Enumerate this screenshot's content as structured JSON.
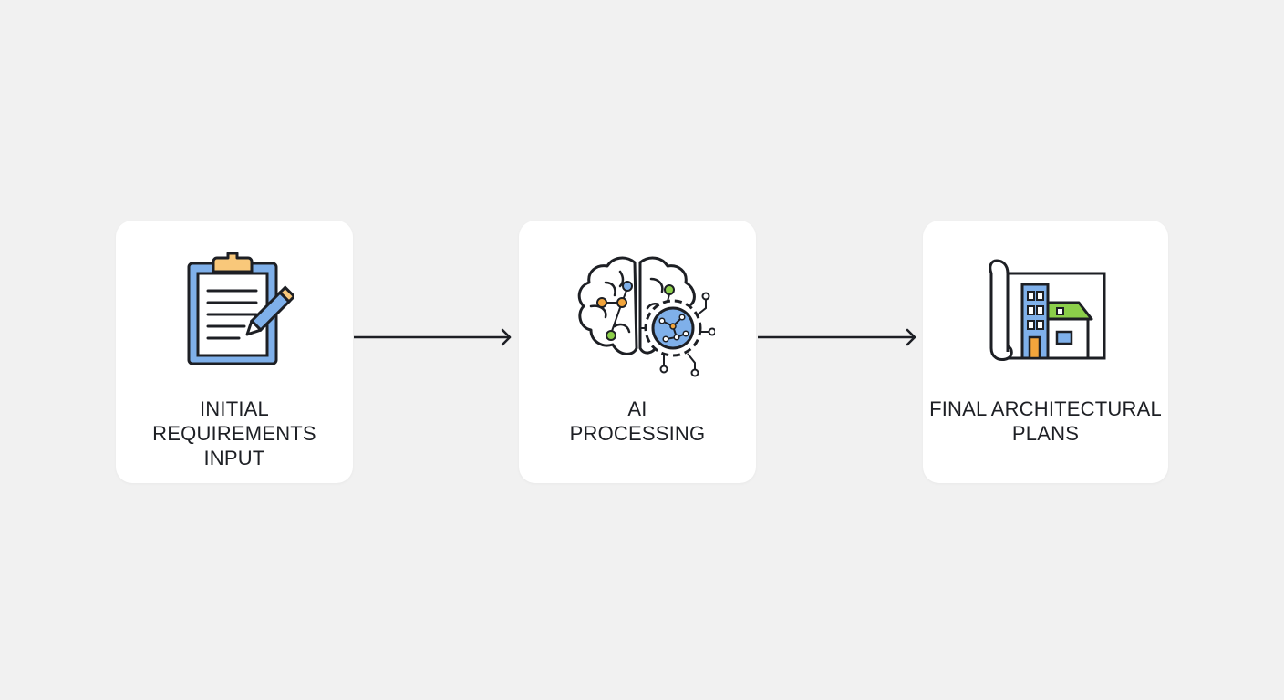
{
  "steps": [
    {
      "label_lines": [
        "INITIAL",
        "REQUIREMENTS",
        "INPUT"
      ],
      "icon": "clipboard-pencil-icon"
    },
    {
      "label_lines": [
        "AI",
        "PROCESSING"
      ],
      "icon": "brain-gear-icon"
    },
    {
      "label_lines": [
        "FINAL ARCHITECTURAL",
        "PLANS"
      ],
      "icon": "blueprint-building-icon"
    }
  ],
  "colors": {
    "background": "#f1f1f1",
    "card": "#ffffff",
    "outline": "#1d1f24",
    "accent_blue": "#7fb0ea",
    "accent_orange": "#f9c87a",
    "accent_green": "#8ccf4a",
    "accent_amber": "#f2a53c"
  }
}
